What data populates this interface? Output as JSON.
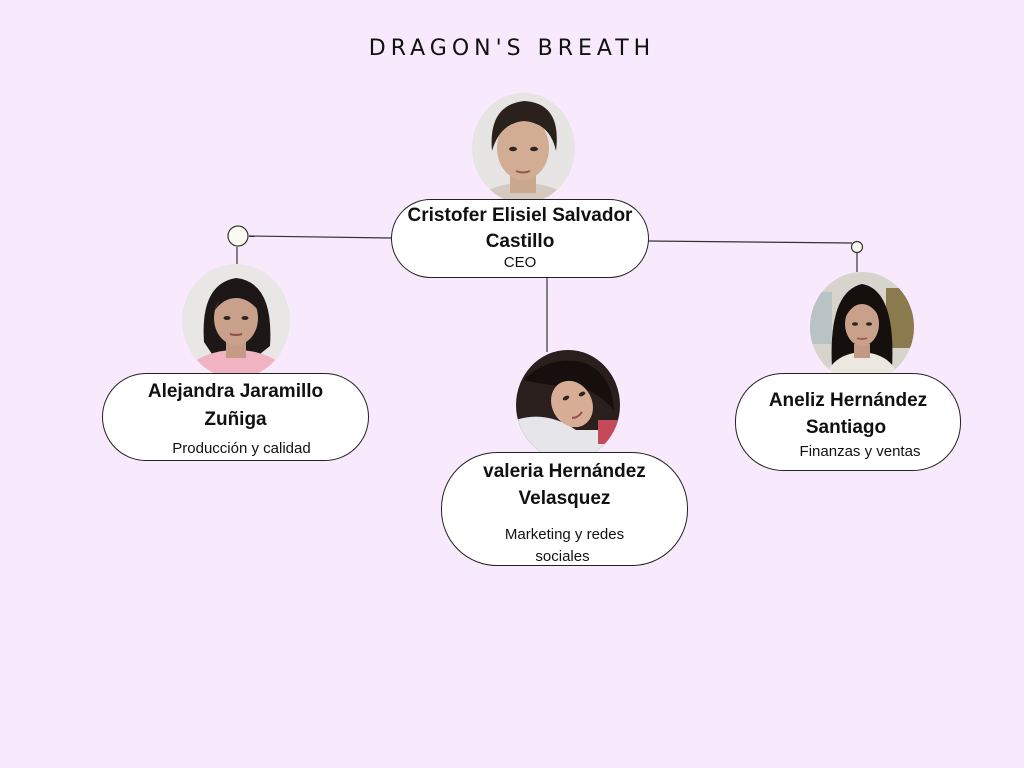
{
  "title": "DRAGON'S BREATH",
  "colors": {
    "background": "#f8eafc",
    "card": "#ffffff",
    "border": "#222222"
  },
  "org": {
    "ceo": {
      "name_line1": "Cristofer Elisiel Salvador",
      "name_line2": "Castillo",
      "role": "CEO"
    },
    "left": {
      "name_line1": "Alejandra Jaramillo",
      "name_line2": "Zuñiga",
      "role": "Producción y calidad"
    },
    "center": {
      "name_line1": "valeria Hernández",
      "name_line2": "Velasquez",
      "role_line1": "Marketing y redes",
      "role_line2": "sociales"
    },
    "right": {
      "name_line1": "Aneliz Hernández",
      "name_line2": "Santiago",
      "role": "Finanzas y ventas"
    }
  }
}
